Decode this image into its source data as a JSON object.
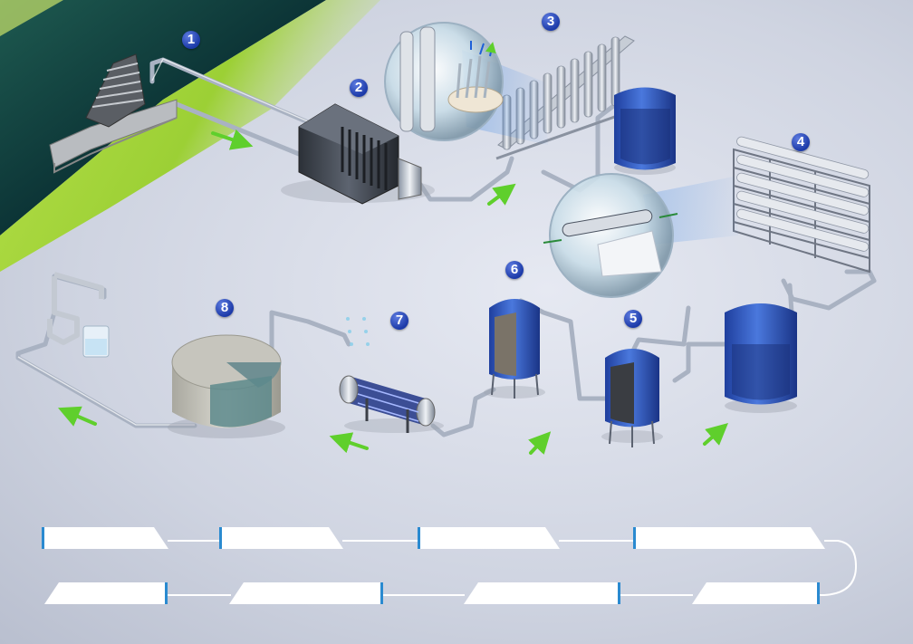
{
  "steps": [
    {
      "number": "1",
      "label": ""
    },
    {
      "number": "2",
      "label": ""
    },
    {
      "number": "3",
      "label": ""
    },
    {
      "number": "4",
      "label": ""
    },
    {
      "number": "5",
      "label": ""
    },
    {
      "number": "6",
      "label": ""
    },
    {
      "number": "7",
      "label": ""
    },
    {
      "number": "8",
      "label": ""
    }
  ],
  "colors": {
    "badge": "#1c3aa8",
    "pipe": "#a9b2c2",
    "tank": "#3a64c8",
    "arrow": "#5fcf2c",
    "water": "#0f3b3d",
    "label_accent": "#2a8ad0"
  },
  "icons": [
    "screen-filter-icon",
    "filter-press-icon",
    "ultrafiltration-icon",
    "reverse-osmosis-icon",
    "tank-icon",
    "uv-sterilizer-icon",
    "storage-tank-icon",
    "faucet-icon"
  ]
}
